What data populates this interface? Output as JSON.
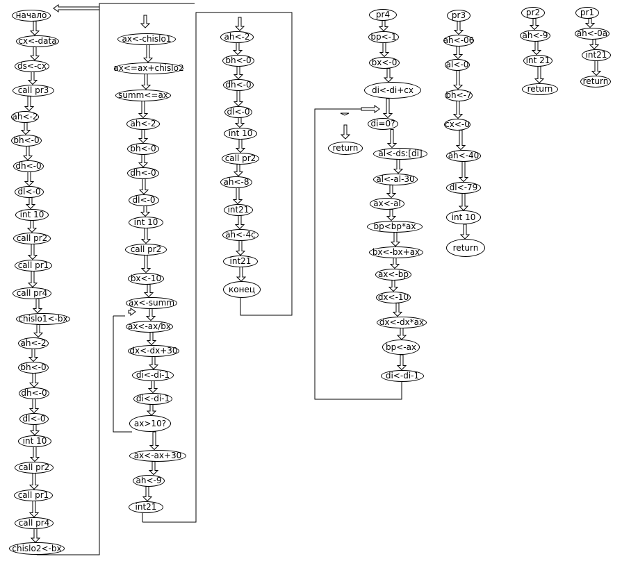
{
  "flowchart": {
    "main": [
      "начало",
      "cx<-data",
      "ds<-cx",
      "call pr3",
      "ah<-2",
      "bh<-0",
      "dh<-0",
      "dl<-0",
      "int 10",
      "call pr2",
      "call pr1",
      "call pr4",
      "chislo1<-bx",
      "ah<-2",
      "bh<-0",
      "dh<-0",
      "dl<-0",
      "int 10",
      "call pr2",
      "call pr1",
      "call pr4",
      "chislo2<-bx"
    ],
    "sum": [
      "ax<-chislo1",
      "ax<=ax+chislo2",
      "summ<=ax",
      "ah<-2",
      "bh<-0",
      "dh<-0",
      "dl<-0",
      "int 10",
      "call pr2",
      "bx<-10",
      "ax<-summ",
      "ax<-ax/bx",
      "dx<-dx+30",
      "di<-di-1",
      "di<-di-1",
      "ax>10?",
      "ax<-ax+30",
      "ah<-9",
      "int21"
    ],
    "end": [
      "ah<-2",
      "bh<-0",
      "dh<-0",
      "dl<-0",
      "int 10",
      "call pr2",
      "ah<-8",
      "int21",
      "ah<-4c",
      "int21",
      "конец"
    ],
    "pr4": [
      "pr4",
      "bp<-1",
      "bx<-0",
      "di<-di+cx",
      "di=0?",
      "al<-ds:[di]",
      "al<-al-30",
      "ax<-al",
      "bp<bp*ax",
      "bx<-bx+ax",
      "ax<-bp",
      "dx<-10",
      "dx<-dx*ax",
      "bp<-ax",
      "di<-di-1"
    ],
    "pr4_return": "return",
    "pr3": [
      "pr3",
      "ah<-06",
      "al<-0",
      "bh<-7",
      "cx<-0",
      "ah<-40",
      "dl<-79",
      "int 10",
      "return"
    ],
    "pr2": [
      "pr2",
      "ah<-9",
      "int 21",
      "return"
    ],
    "pr1": [
      "pr1",
      "ah<-0a",
      "int21",
      "return"
    ]
  }
}
